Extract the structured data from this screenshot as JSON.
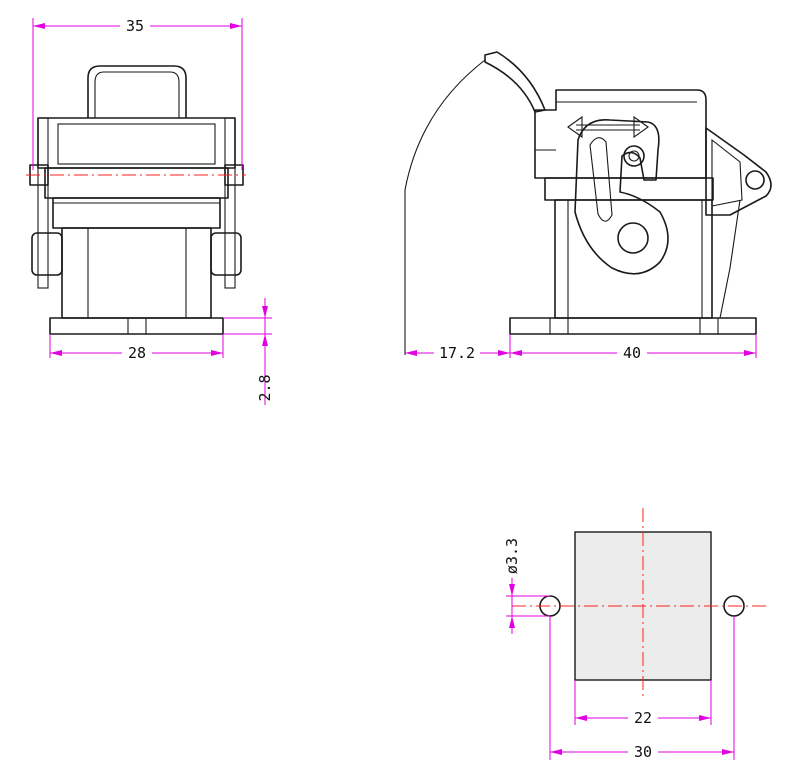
{
  "dimensions": {
    "front_width": "35",
    "front_base_width": "28",
    "front_base_thickness": "2.8",
    "side_swing_clearance": "17.2",
    "side_base_length": "40",
    "hole_diameter": "ø3.3",
    "cutout_width": "22",
    "hole_spacing": "30"
  },
  "colors": {
    "outline": "#1a1a1a",
    "dimension": "#e000e0",
    "centerline": "#ff2020",
    "cutout_fill": "#ececec"
  }
}
